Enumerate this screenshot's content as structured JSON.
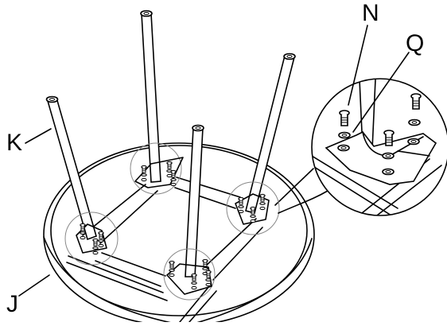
{
  "diagram": {
    "labels": {
      "n": "N",
      "q": "Q",
      "k": "K",
      "j": "J"
    },
    "parts": [
      {
        "id": "K",
        "name": "leg-tube"
      },
      {
        "id": "J",
        "name": "round-tabletop"
      },
      {
        "id": "N",
        "name": "screw"
      },
      {
        "id": "Q",
        "name": "washer"
      }
    ],
    "colors": {
      "line": "#000000",
      "background": "#ffffff"
    }
  }
}
